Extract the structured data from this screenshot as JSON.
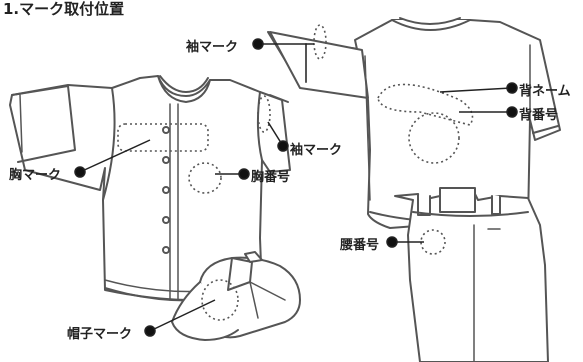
{
  "title": "1.マーク取付位置",
  "labels": {
    "sleeve_top": "袖マーク",
    "sleeve_front": "袖マーク",
    "chest_mark": "胸マーク",
    "chest_number": "胸番号",
    "back_name": "背ネーム",
    "back_number": "背番号",
    "waist_number": "腰番号",
    "cap_mark": "帽子マーク"
  },
  "colors": {
    "line": "#555555",
    "text": "#222222",
    "background": "#ffffff"
  }
}
